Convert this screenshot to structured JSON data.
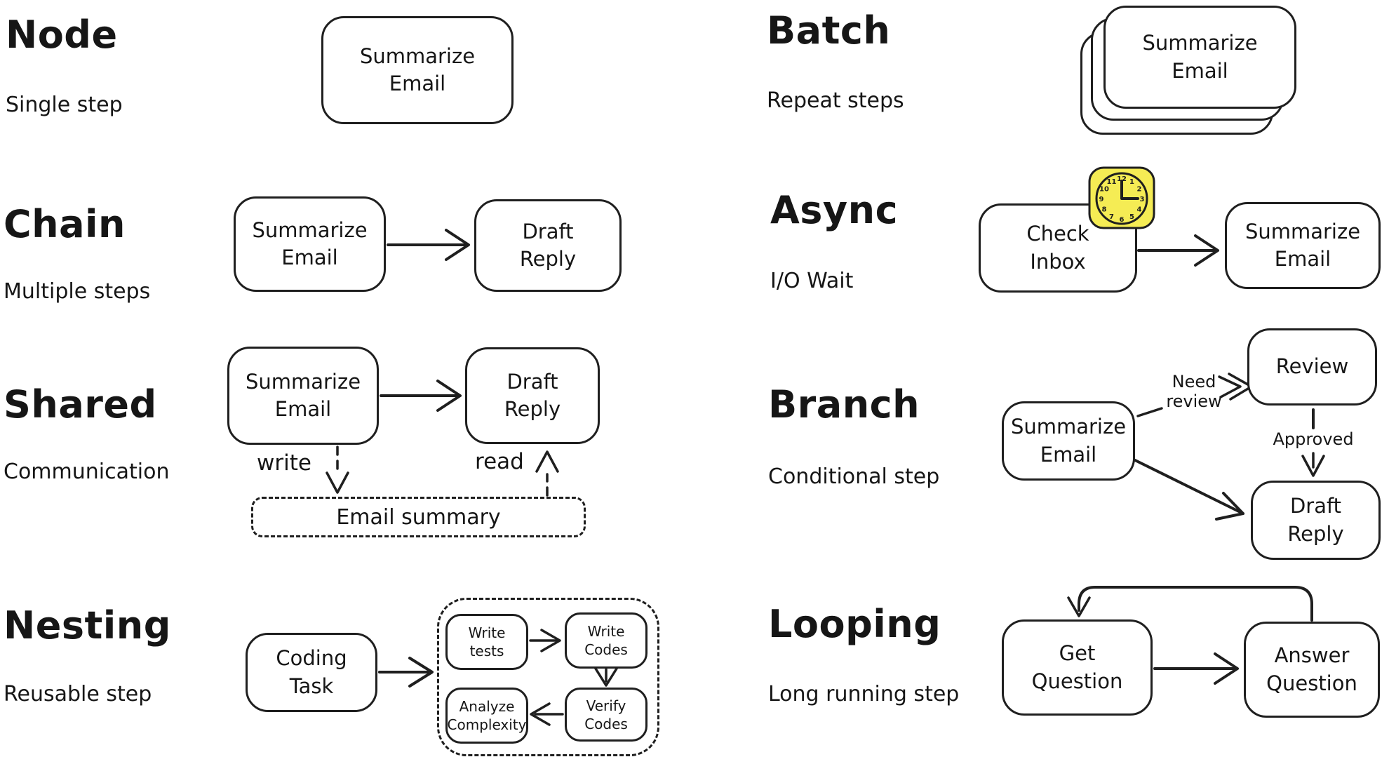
{
  "colors": {
    "ink": "#1f1f1f",
    "paper": "#ffffff",
    "clock_fill": "#f5ec54"
  },
  "sections": {
    "node": {
      "title": "Node",
      "subtitle": "Single step",
      "box": "Summarize\nEmail"
    },
    "chain": {
      "title": "Chain",
      "subtitle": "Multiple steps",
      "box1": "Summarize\nEmail",
      "box2": "Draft\nReply"
    },
    "shared": {
      "title": "Shared",
      "subtitle": "Communication",
      "box1": "Summarize\nEmail",
      "box2": "Draft\nReply",
      "store": "Email summary",
      "write_label": "write",
      "read_label": "read"
    },
    "nesting": {
      "title": "Nesting",
      "subtitle": "Reusable step",
      "box": "Coding\nTask",
      "inner1": "Write\ntests",
      "inner2": "Write\nCodes",
      "inner3": "Verify\nCodes",
      "inner4": "Analyze\nComplexity"
    },
    "batch": {
      "title": "Batch",
      "subtitle": "Repeat steps",
      "box": "Summarize\nEmail"
    },
    "async": {
      "title": "Async",
      "subtitle": "I/O Wait",
      "box1": "Check\nInbox",
      "box2": "Summarize\nEmail",
      "clock_numbers": [
        "12",
        "1",
        "2",
        "3",
        "4",
        "5",
        "6",
        "7",
        "8",
        "9",
        "10",
        "11"
      ]
    },
    "branch": {
      "title": "Branch",
      "subtitle": "Conditional step",
      "box": "Summarize\nEmail",
      "review": "Review",
      "draft": "Draft\nReply",
      "need_review": "Need\nreview",
      "approved": "Approved"
    },
    "looping": {
      "title": "Looping",
      "subtitle": "Long running step",
      "box1": "Get\nQuestion",
      "box2": "Answer\nQuestion"
    }
  }
}
